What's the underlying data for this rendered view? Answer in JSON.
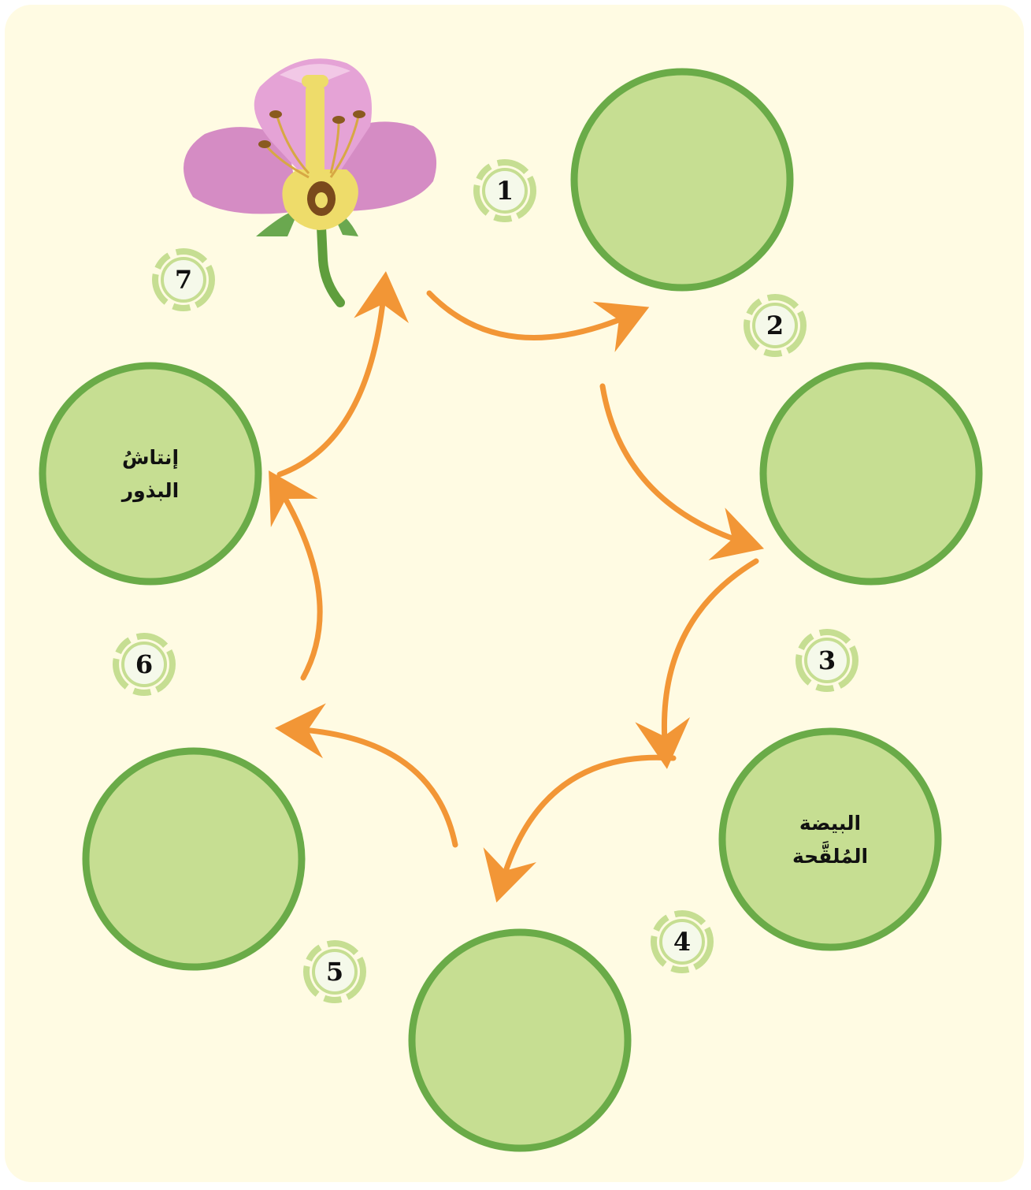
{
  "colors": {
    "background": "#fffbe3",
    "circle_fill": "#c6de92",
    "circle_border": "#6aab48",
    "arrow": "#f29636",
    "badge_fill": "#f5f9ea",
    "badge_ring": "#c6de92"
  },
  "stages": [
    {
      "number": "1",
      "lines": [],
      "icon": "flower-cross-section"
    },
    {
      "number": "2",
      "lines": []
    },
    {
      "number": "3",
      "lines": []
    },
    {
      "number": "4",
      "lines": [
        "البيضة",
        "المُلقَّحة"
      ]
    },
    {
      "number": "5",
      "lines": []
    },
    {
      "number": "6",
      "lines": []
    },
    {
      "number": "7",
      "lines": [
        "إنتاشُ",
        "البذور"
      ]
    }
  ]
}
